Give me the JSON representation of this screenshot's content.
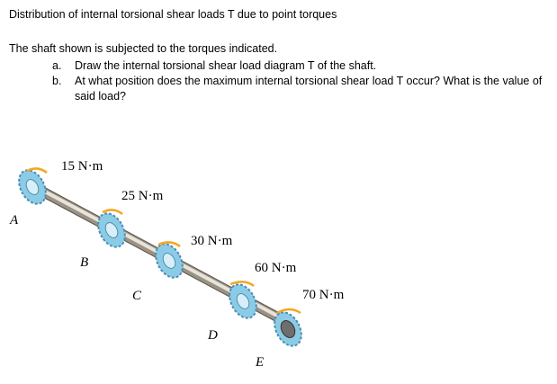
{
  "heading": "Distribution of internal torsional shear loads T due to point torques",
  "intro": "The shaft shown is subjected to the torques indicated.",
  "questions": [
    {
      "letter": "a.",
      "text": "Draw the internal torsional shear load diagram T of the shaft."
    },
    {
      "letter": "b.",
      "text": "At what position does the maximum internal torsional shear load T occur? What is the value of said load?"
    }
  ],
  "figure": {
    "torques": [
      "15 N·m",
      "25 N·m",
      "30 N·m",
      "60 N·m",
      "70 N·m"
    ],
    "points": [
      "A",
      "B",
      "C",
      "D",
      "E"
    ],
    "colors": {
      "shaft": "#b9b1a3",
      "gear": "#8ccbe6",
      "arrow": "#f5a623",
      "end_cap": "#6e6e6e"
    }
  }
}
